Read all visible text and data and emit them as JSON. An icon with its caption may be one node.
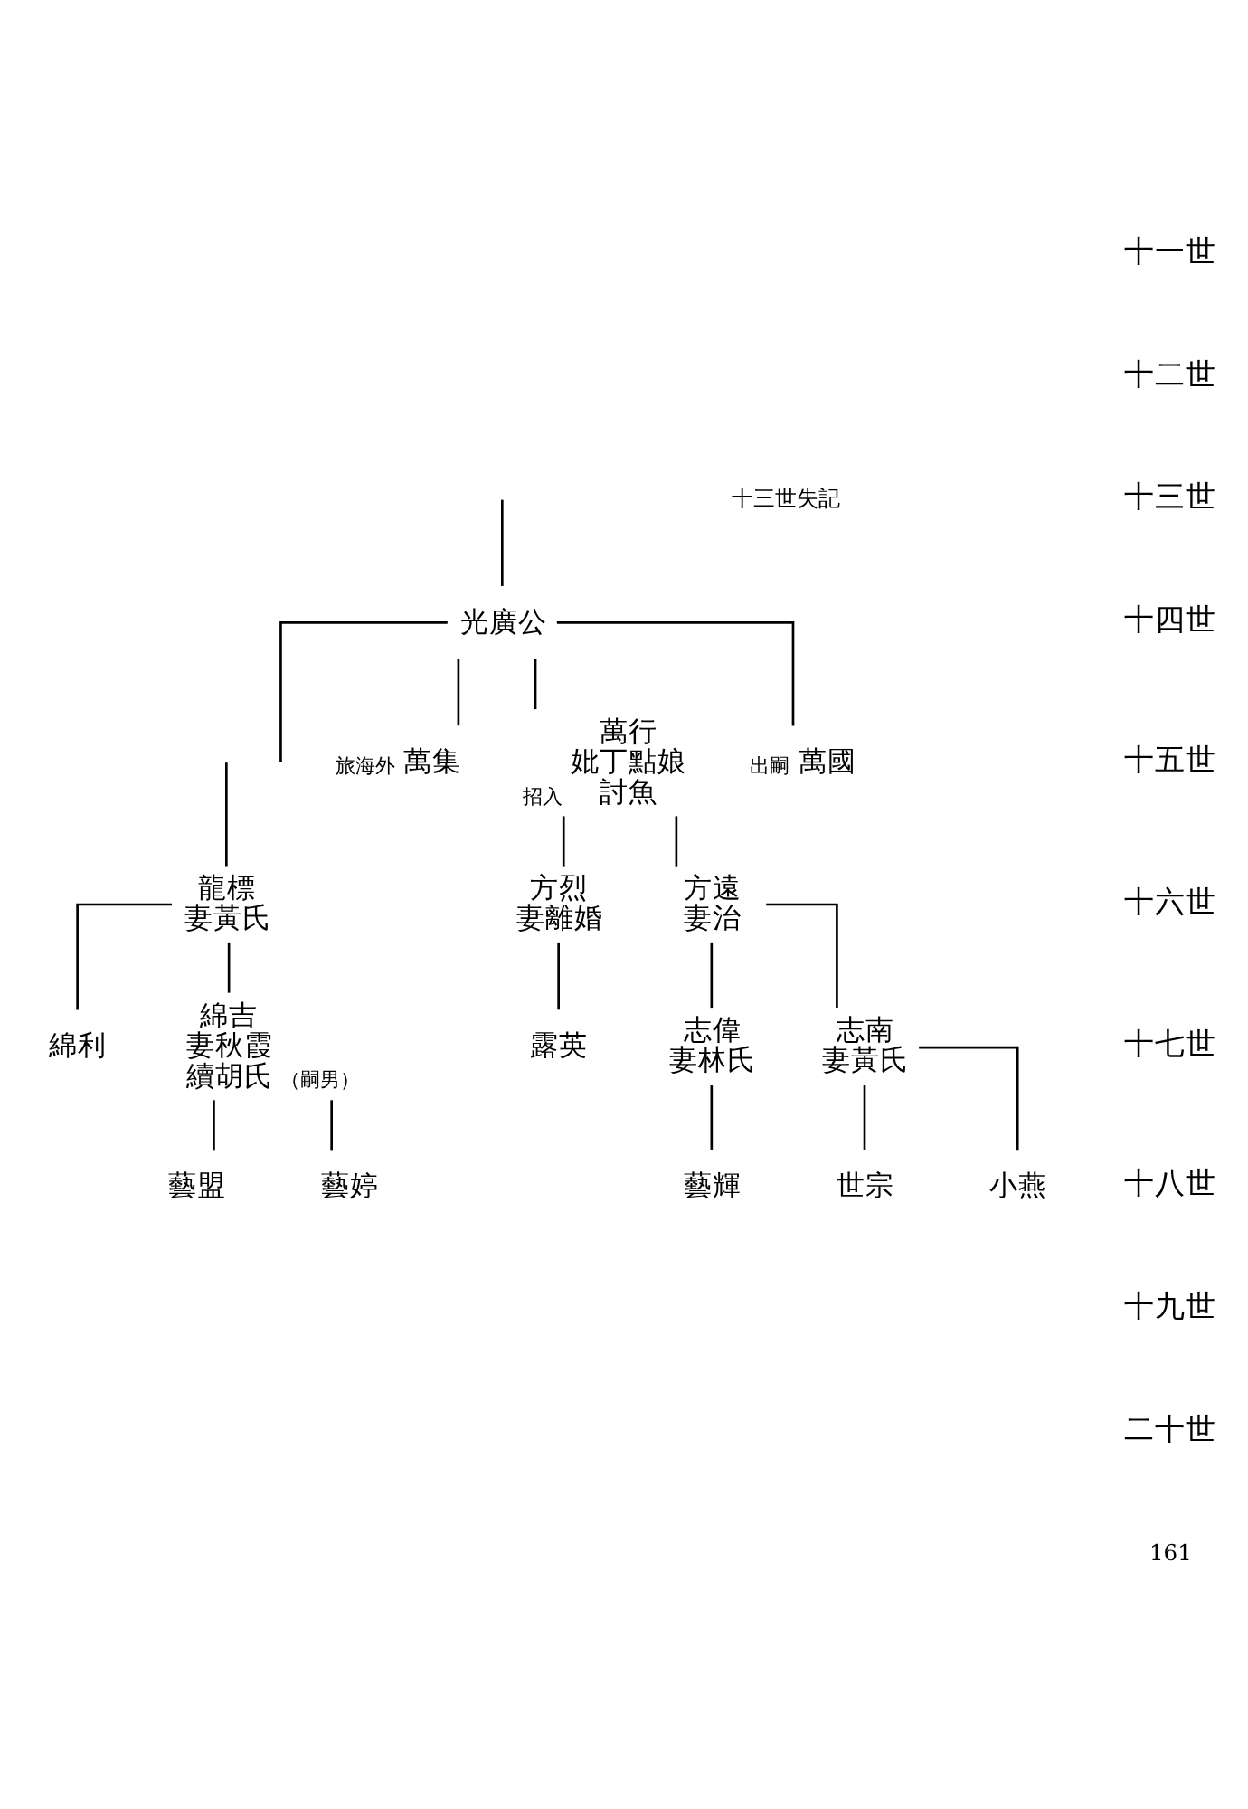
{
  "diagram": {
    "nodes": [
      {
        "text": [
          "光廣公"
        ]
      },
      {
        "text": [
          "萬國"
        ],
        "beside": [
          "出嗣"
        ]
      },
      {
        "text": [
          "萬行",
          "妣丁點娘",
          "討魚"
        ],
        "beside": [
          "招入"
        ]
      },
      {
        "text": [
          "萬集"
        ],
        "beside": [
          "旅海外"
        ]
      },
      {
        "text": [
          "方遠",
          "妻治"
        ]
      },
      {
        "text": [
          "方烈",
          "妻離婚"
        ]
      },
      {
        "text": [
          "龍標",
          "妻黃氏"
        ]
      },
      {
        "text": [
          "志南",
          "妻黃氏"
        ]
      },
      {
        "text": [
          "志偉",
          "妻林氏"
        ]
      },
      {
        "text": [
          "露英"
        ]
      },
      {
        "text": [
          "綿吉",
          "妻秋霞",
          "續胡氏"
        ],
        "beside": [
          "（嗣男）"
        ]
      },
      {
        "text": [
          "綿利"
        ]
      },
      {
        "text": [
          "小燕"
        ]
      },
      {
        "text": [
          "世宗"
        ]
      },
      {
        "text": [
          "藝輝"
        ]
      },
      {
        "text": [
          "藝婷"
        ]
      },
      {
        "text": [
          "藝盟"
        ]
      }
    ],
    "edges": [
      {
        "from": null,
        "to": 6,
        "arrow": "none"
      },
      {
        "from": null,
        "to": 0,
        "arrow": "none"
      },
      {
        "from": 0,
        "to": null,
        "arrow": "none"
      },
      {
        "from": 0,
        "to": 3,
        "arrow": "none"
      },
      {
        "from": 0,
        "to": 2,
        "arrow": "none"
      },
      {
        "from": 0,
        "to": 1,
        "arrow": "none"
      },
      {
        "from": 6,
        "to": 11,
        "arrow": "none"
      },
      {
        "from": 6,
        "to": 10,
        "arrow": "none"
      },
      {
        "from": 2,
        "to": 5,
        "arrow": "none"
      },
      {
        "from": 2,
        "to": 4,
        "arrow": "none"
      },
      {
        "from": 10,
        "to": 16,
        "arrow": "none"
      },
      {
        "from": 10,
        "to": 15,
        "arrow": "none"
      },
      {
        "from": 5,
        "to": 9,
        "arrow": "none"
      },
      {
        "from": 4,
        "to": 8,
        "arrow": "none"
      },
      {
        "from": 4,
        "to": 7,
        "arrow": "none"
      },
      {
        "from": 8,
        "to": 14,
        "arrow": "none"
      },
      {
        "from": 7,
        "to": 13,
        "arrow": "none"
      },
      {
        "from": 7,
        "to": 12,
        "arrow": "none"
      }
    ],
    "labels": [
      "十一世",
      "十二世",
      "十三世",
      "十四世",
      "十五世",
      "十六世",
      "十七世",
      "十八世",
      "十九世",
      "二十世",
      "十三世失記",
      "161"
    ]
  }
}
